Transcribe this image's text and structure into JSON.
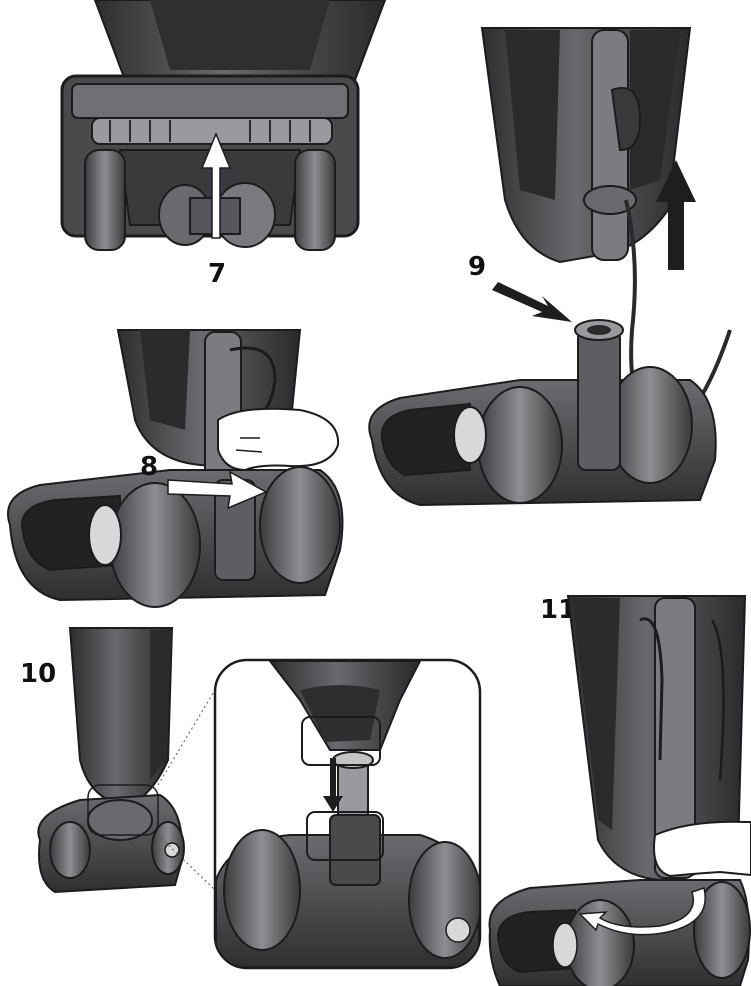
{
  "steps": [
    {
      "number": "7",
      "arrow": "up"
    },
    {
      "number": "8",
      "arrow": "right"
    },
    {
      "number": "9",
      "arrow": "down-right"
    },
    {
      "number": "10",
      "arrow": "down"
    },
    {
      "number": "11",
      "arrow": "rotate"
    }
  ],
  "colors": {
    "body_dark": "#3a3a3c",
    "body_mid": "#5b5b5e",
    "body_light": "#8b8b8f",
    "highlight": "#c4c4c7",
    "outline": "#1c1c1e",
    "arrow_white": "#ffffff",
    "arrow_black": "#1e1e1e"
  }
}
